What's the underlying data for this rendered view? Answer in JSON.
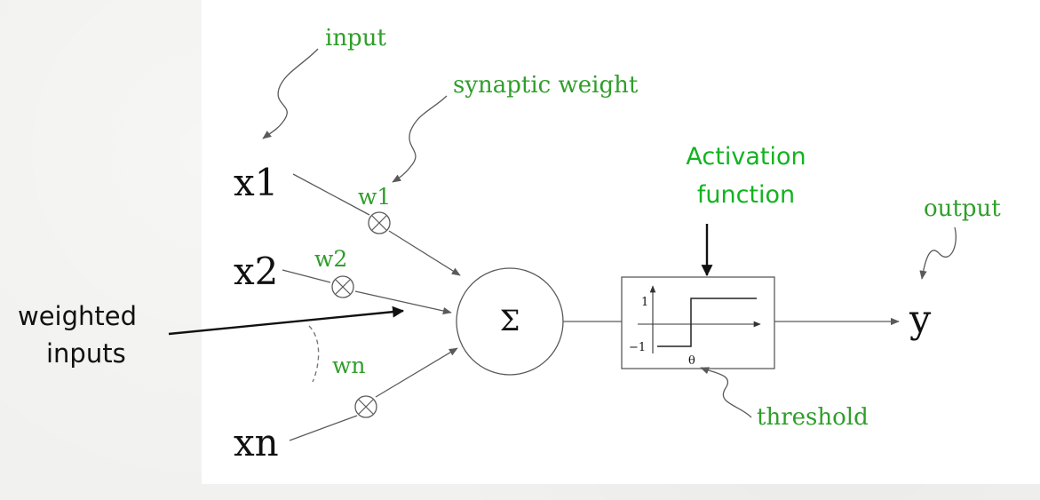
{
  "diagram": {
    "inputs": [
      "x1",
      "x2",
      "xn"
    ],
    "weights": [
      "w1",
      "w2",
      "wn"
    ],
    "labels": {
      "input": "input",
      "synaptic_weight": "synaptic weight",
      "activation_line1": "Activation",
      "activation_line2": "function",
      "output": "output",
      "threshold": "threshold",
      "weighted_line1": "weighted",
      "weighted_line2": "inputs"
    },
    "sum_symbol": "Σ",
    "output_symbol": "y",
    "step_ticks": {
      "top": "1",
      "bottom": "−1",
      "theta": "θ"
    },
    "colors": {
      "annotation_green": "#2f9e2a",
      "activation_green": "#12b31f",
      "text_black": "#111111",
      "line_gray": "#5a5a5a"
    }
  }
}
